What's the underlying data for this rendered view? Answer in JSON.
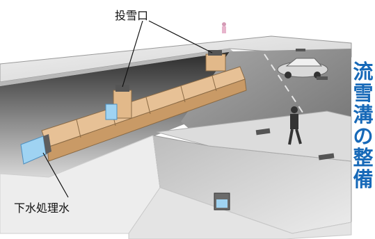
{
  "labels": {
    "snow_inlet": "投雪口",
    "treated_water": "下水処理水"
  },
  "title_chars": [
    "流",
    "雪",
    "溝",
    "の",
    "整",
    "備"
  ],
  "colors": {
    "title": "#1769b8",
    "channel_box": "#e7c196",
    "road": "#8f8f8f",
    "sidewalk": "#d9d9d9",
    "water": "#9fd3f2"
  }
}
